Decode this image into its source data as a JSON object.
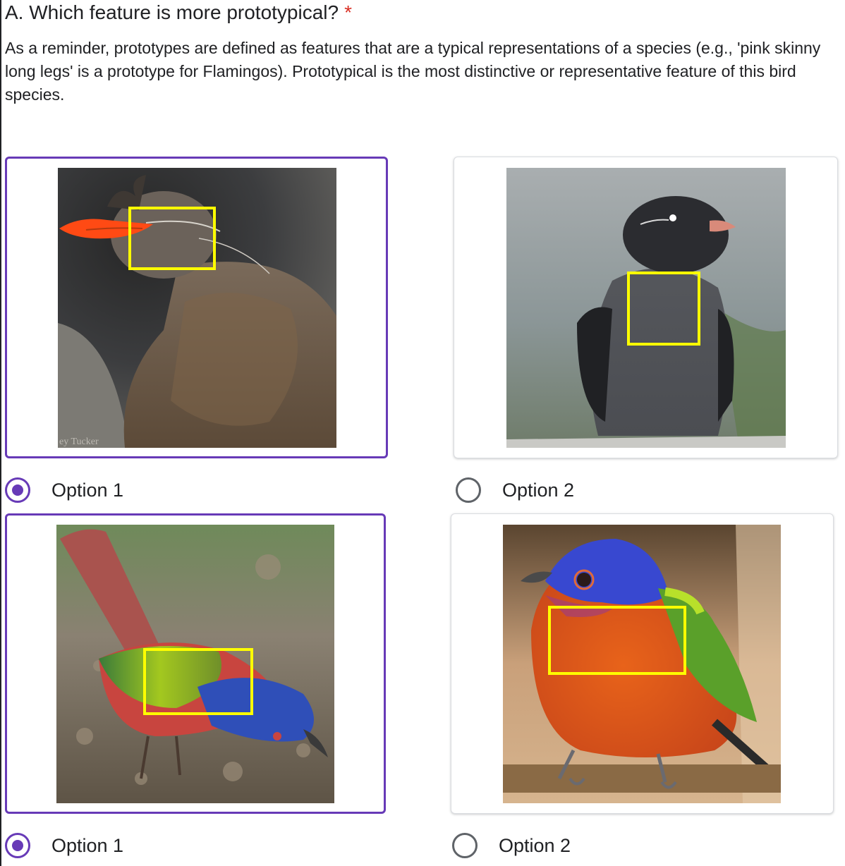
{
  "question": {
    "title": "A. Which feature is more prototypical?",
    "required_mark": "*",
    "description": "As a reminder, prototypes are defined as features that are a typical representations of a species (e.g., 'pink skinny long legs' is a prototype for Flamingos). Prototypical is the most distinctive or representative feature of this bird species."
  },
  "colors": {
    "accent": "#673ab7",
    "required": "#d93025",
    "highlight_box": "#ffff00"
  },
  "rows": [
    {
      "left": {
        "label": "Option 1",
        "selected": true,
        "watermark": "ey Tucker"
      },
      "right": {
        "label": "Option 2",
        "selected": false
      }
    },
    {
      "left": {
        "label": "Option 1",
        "selected": true
      },
      "right": {
        "label": "Option 2",
        "selected": false
      }
    }
  ]
}
